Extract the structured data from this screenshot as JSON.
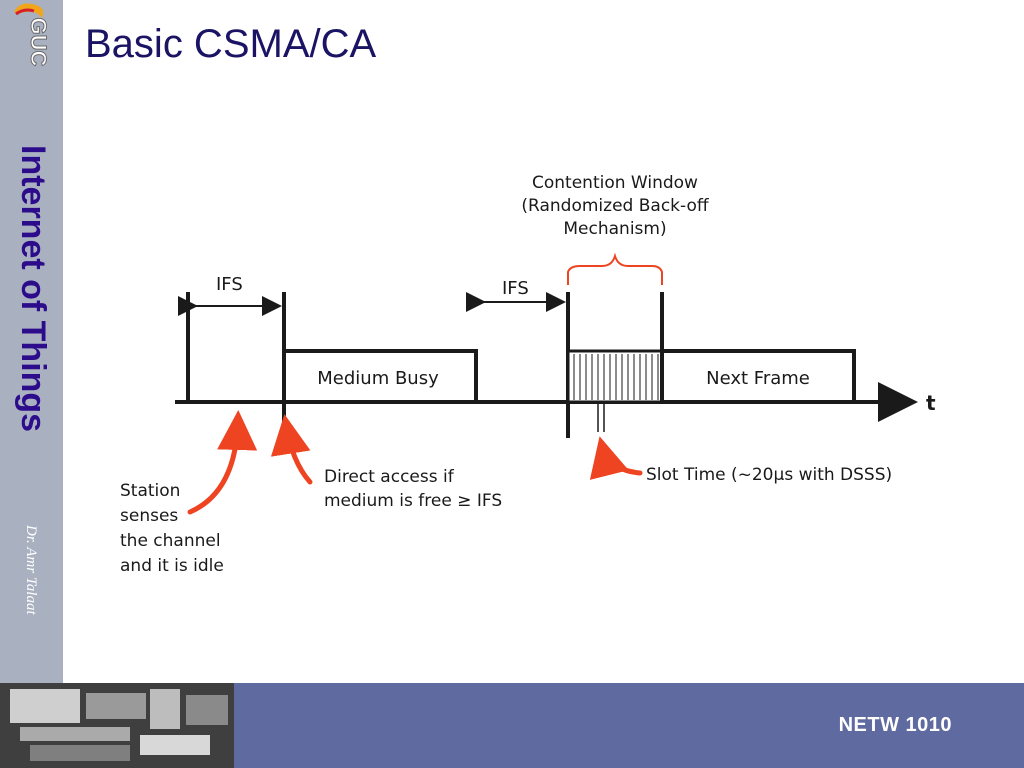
{
  "slide": {
    "title": "Basic CSMA/CA",
    "logo_text": "GUC",
    "course_name": "Internet of Things",
    "author": "Dr. Amr Talaat",
    "course_code": "NETW 1010"
  },
  "diagram": {
    "ifs_label": "IFS",
    "ifs_label_2": "IFS",
    "medium_busy_label": "Medium Busy",
    "next_frame_label": "Next Frame",
    "time_axis_label": "t",
    "contention_window_lines": [
      "Contention Window",
      "(Randomized Back-off",
      "Mechanism)"
    ],
    "station_senses_lines": [
      "Station",
      "senses",
      "the channel",
      "and it is idle"
    ],
    "direct_access_lines": [
      "Direct access if",
      "medium is free ≥ IFS"
    ],
    "slot_time_label": "Slot Time (~20µs with DSSS)"
  },
  "colors": {
    "title": "#1b1464",
    "course_name": "#2d0c8c",
    "sidebar": "#a9b1c1",
    "footer_band": "#5f6aa0",
    "arrow_red": "#ee4422"
  }
}
